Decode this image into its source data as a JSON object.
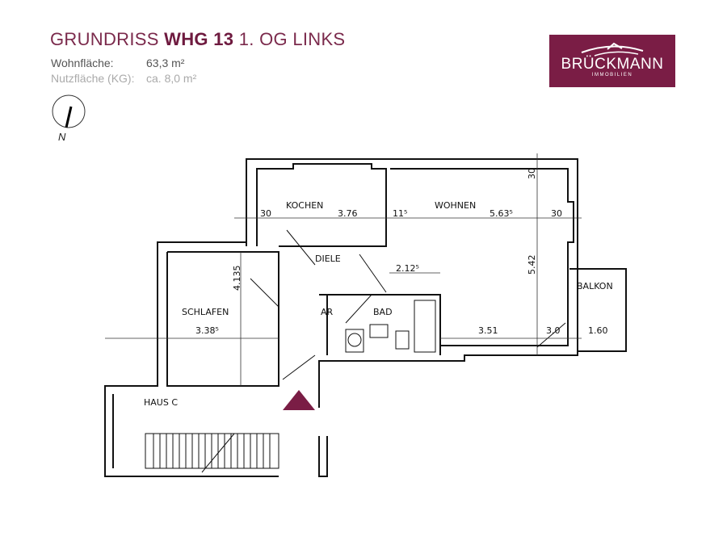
{
  "header": {
    "title_prefix": "GRUNDRISS",
    "title_bold": "WHG 13",
    "title_suffix": "1. OG LINKS"
  },
  "areas": [
    {
      "label": "Wohnfläche:",
      "value": "63,3 m²"
    },
    {
      "label": "Nutzfläche (KG):",
      "value": "ca. 8,0 m²"
    }
  ],
  "compass": {
    "label": "N"
  },
  "logo": {
    "name": "BRÜCKMANN",
    "sub": "IMMOBILIEN"
  },
  "colors": {
    "brand": "#7a1d45"
  },
  "plan": {
    "rooms": {
      "kochen": "KOCHEN",
      "wohnen": "WOHNEN",
      "diele": "DIELE",
      "schlafen": "SCHLAFEN",
      "bad": "BAD",
      "ar": "AR",
      "balkon": "BALKON",
      "haus": "HAUS C"
    },
    "dims": {
      "k30": "30",
      "k376": "3.76",
      "w115": "11⁵",
      "w563": "5.63⁵",
      "w30r": "30",
      "w30t": "30",
      "d212": "2.12⁵",
      "v542": "5.42",
      "s4135": "4.135",
      "s338": "3.38⁵",
      "b351": "3.51",
      "b30": "3.0",
      "bal160": "1.60"
    }
  }
}
